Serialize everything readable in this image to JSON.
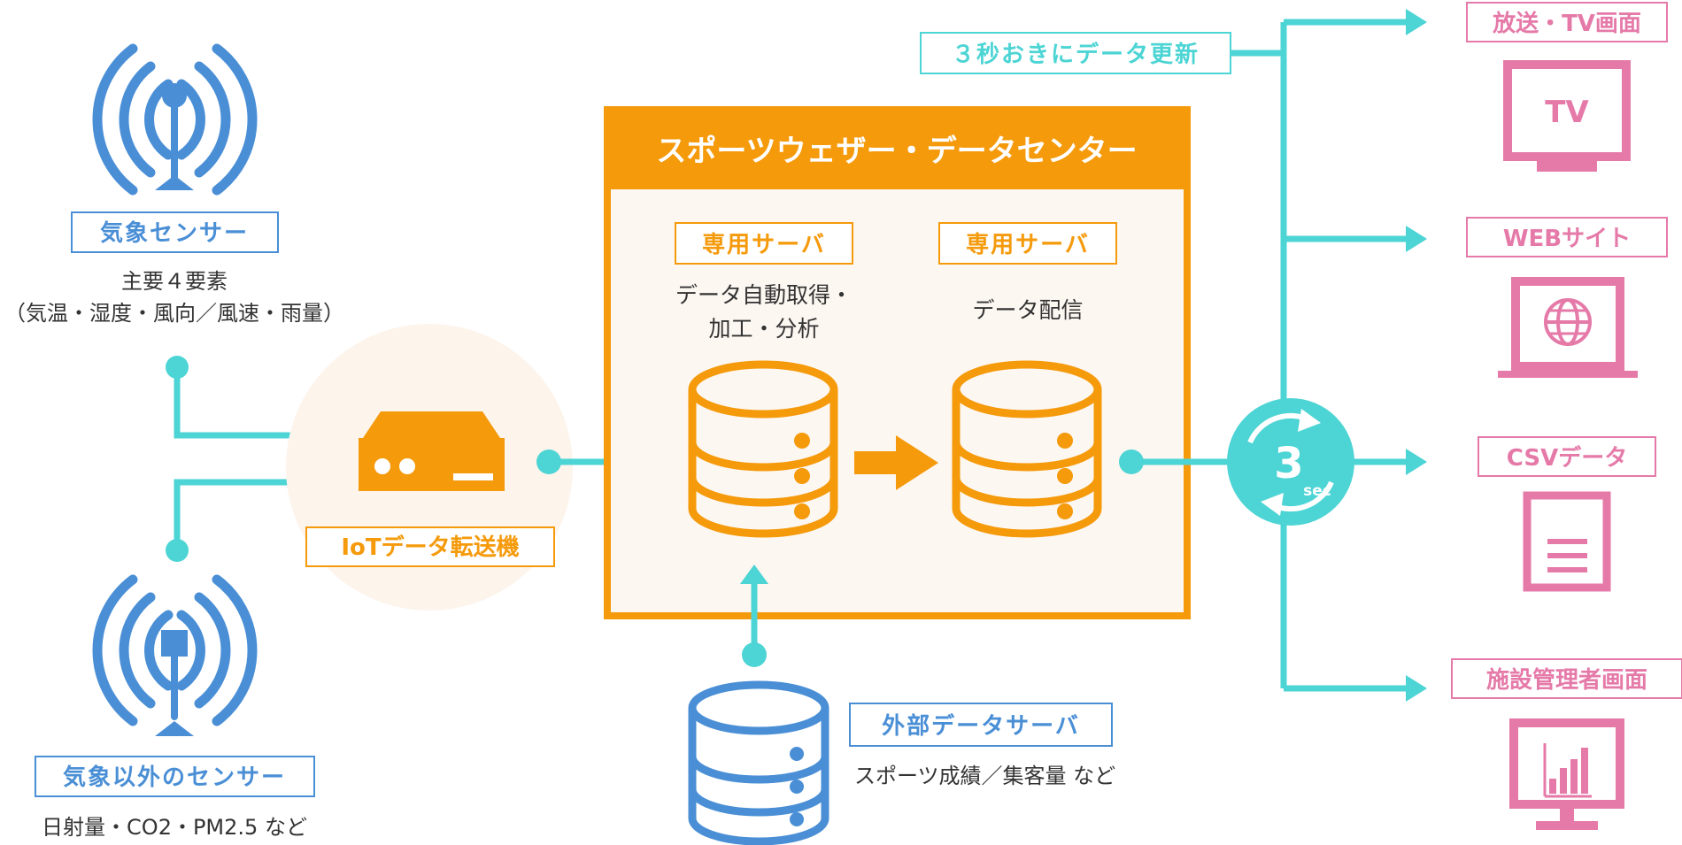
{
  "colors": {
    "blue": "#4a8fd6",
    "teal": "#4dd4d4",
    "orange": "#f59a0b",
    "pink": "#e57aa9",
    "panel_bg": "#fdf7f2",
    "text": "#333333"
  },
  "sensors": {
    "weather": {
      "icon": "antenna-icon",
      "label": "気象センサー",
      "desc_line1": "主要４要素",
      "desc_line2": "（気温・湿度・風向／風速・雨量）"
    },
    "other": {
      "icon": "antenna-icon",
      "label": "気象以外のセンサー",
      "desc": "日射量・CO2・PM2.5 など"
    }
  },
  "iot": {
    "icon": "device-icon",
    "label": "IoTデータ転送機"
  },
  "center": {
    "title": "スポーツウェザー・データセンター",
    "server1": {
      "label": "専用サーバ",
      "desc_line1": "データ自動取得・",
      "desc_line2": "加工・分析",
      "icon": "database-icon"
    },
    "server2": {
      "label": "専用サーバ",
      "desc": "データ配信",
      "icon": "database-icon"
    }
  },
  "external": {
    "icon": "database-icon",
    "label": "外部データサーバ",
    "desc": "スポーツ成績／集客量 など"
  },
  "update": {
    "label": "３秒おきにデータ更新",
    "badge_number": "3",
    "badge_unit": "sec",
    "icon": "refresh-icon"
  },
  "outputs": [
    {
      "label": "放送・TV画面",
      "icon": "tv-icon",
      "screen_text": "TV"
    },
    {
      "label": "WEBサイト",
      "icon": "laptop-globe-icon"
    },
    {
      "label": "CSVデータ",
      "icon": "document-icon"
    },
    {
      "label": "施設管理者画面",
      "icon": "monitor-chart-icon"
    }
  ]
}
